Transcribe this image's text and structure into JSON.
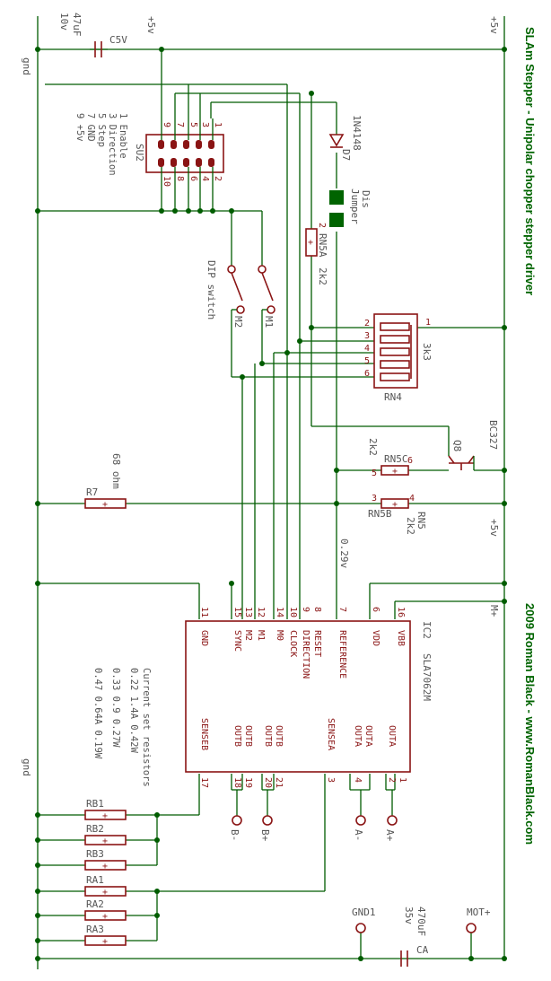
{
  "title": "SLAm Stepper - Unipolar chopper stepper driver",
  "credit": "2009 Roman Black - www.RomanBlack.com",
  "nets": {
    "plus5v_a": "+5v",
    "plus5v_b": "+5v",
    "plus5v_c": "+5v",
    "gnd_a": "gnd",
    "gnd_b": "gnd",
    "mplus": "M+"
  },
  "c5v": {
    "name": "C5V",
    "value": "47uF",
    "rating": "10v"
  },
  "su2": {
    "name": "SU2",
    "pins_top": [
      "9",
      "7",
      "5",
      "3",
      "1"
    ],
    "pins_bottom": [
      "10",
      "8",
      "6",
      "4",
      "2"
    ],
    "pinout": [
      "1 Enable",
      "3 Direction",
      "5 Step",
      "7 GND",
      "9 +5v"
    ]
  },
  "d7": {
    "name": "D7",
    "value": "1N4148"
  },
  "jumper": {
    "line1": "Dis",
    "line2": "Jumper"
  },
  "rn5a": {
    "name": "RN5A",
    "value": "2k2",
    "pin": "2"
  },
  "dip": {
    "label": "DIP switch",
    "m1": "M1",
    "m2": "M2"
  },
  "rn4": {
    "name": "RN4",
    "value": "3k3",
    "pins": [
      "2",
      "3",
      "4",
      "5",
      "6"
    ],
    "common_pin": "1"
  },
  "q8": {
    "name": "Q8",
    "value": "BC327"
  },
  "rn5c": {
    "name": "RN5C",
    "value": "2k2",
    "pin_a": "6",
    "pin_b": "5"
  },
  "rn5b": {
    "name": "RN5B",
    "value": "2k2",
    "alias": "RN5",
    "pin_a": "3",
    "pin_b": "4"
  },
  "r7": {
    "name": "R7",
    "value": "68 ohm"
  },
  "vref": "0.29v",
  "ic2": {
    "name": "IC2",
    "part": "SLA7062M",
    "left_pins": [
      "11",
      "15",
      "13",
      "12",
      "14",
      "10",
      "9",
      "8",
      "7",
      "6",
      "16"
    ],
    "left_labels": [
      "GND",
      "SYNC",
      "M2",
      "M1",
      "M0",
      "CLOCK",
      "DIRECTION",
      "RESET",
      "REFERENCE",
      "VDD",
      "VBB"
    ],
    "right_pins": [
      "17",
      "18",
      "19",
      "20",
      "21",
      "3",
      "4",
      "2",
      "1"
    ],
    "right_labels": [
      "SENSEB",
      "OUTB",
      "OUTB",
      "OUTB",
      "OUTB",
      "SENSEA",
      "OUTA",
      "OUTA",
      "OUTA"
    ],
    "outb_bar": "OUT B",
    "outb_bar2": "OUT B"
  },
  "outputs": {
    "b_minus": "B-",
    "b_plus": "B+",
    "a_minus": "A-",
    "a_plus": "A+"
  },
  "sense_resistors": [
    "RB1",
    "RB2",
    "RB3",
    "RA1",
    "RA2",
    "RA3"
  ],
  "current_notes": {
    "heading": "Current set resistors",
    "rows": [
      "0.22 1.4A 0.42W",
      "0.33 0.9 0.27W",
      "0.47 0.64A 0.19W"
    ]
  },
  "ca": {
    "name": "CA",
    "value": "470uF",
    "rating": "35v"
  },
  "terminals": {
    "gnd1": "GND1",
    "motplus": "MOT+"
  }
}
